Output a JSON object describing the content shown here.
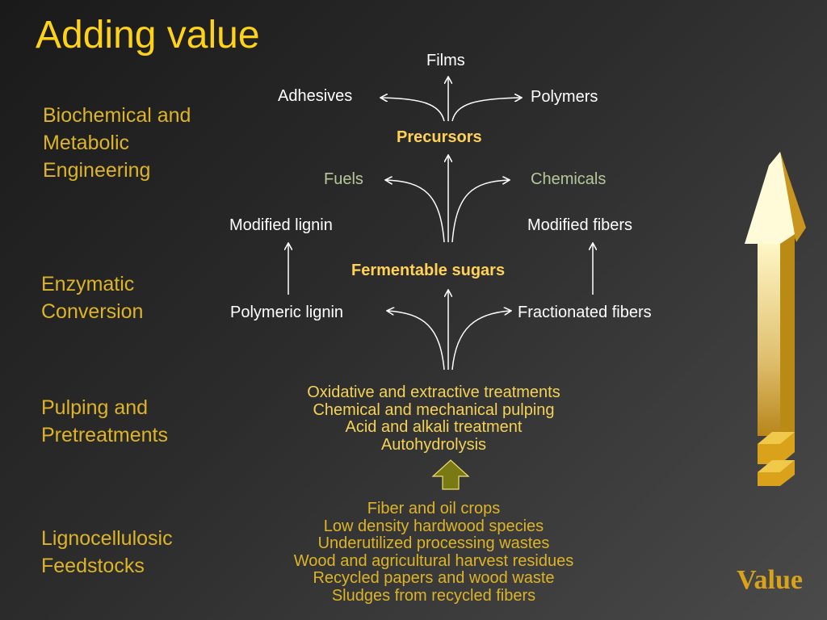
{
  "title": "Adding value",
  "stages": {
    "biochemical": "Biochemical and Metabolic Engineering",
    "enzymatic": "Enzymatic Conversion",
    "pulping": "Pulping and Pretreatments",
    "feedstocks": "Lignocellulosic Feedstocks"
  },
  "top": {
    "films": "Films",
    "adhesives": "Adhesives",
    "polymers": "Polymers",
    "precursors": "Precursors",
    "fuels": "Fuels",
    "chemicals": "Chemicals"
  },
  "middle": {
    "modified_lignin": "Modified lignin",
    "modified_fibers": "Modified fibers",
    "fermentable_sugars": "Fermentable sugars",
    "polymeric_lignin": "Polymeric lignin",
    "fractionated_fibers": "Fractionated fibers"
  },
  "treatments": [
    "Oxidative and extractive treatments",
    "Chemical and mechanical pulping",
    "Acid and alkali treatment",
    "Autohydrolysis"
  ],
  "feedstocks": [
    "Fiber and oil crops",
    "Low density hardwood species",
    "Underutilized processing wastes",
    "Wood and agricultural harvest residues",
    "Recycled papers and wood waste",
    "Sludges from recycled fibers"
  ],
  "value_label": "Value",
  "colors": {
    "title": "#ffd21a",
    "stage": "#ddb428",
    "highlight": "#ffd257",
    "pale_green": "#b6c79a",
    "arrow_gold": "#c8961e",
    "small_arrow": "#7a7a14"
  }
}
